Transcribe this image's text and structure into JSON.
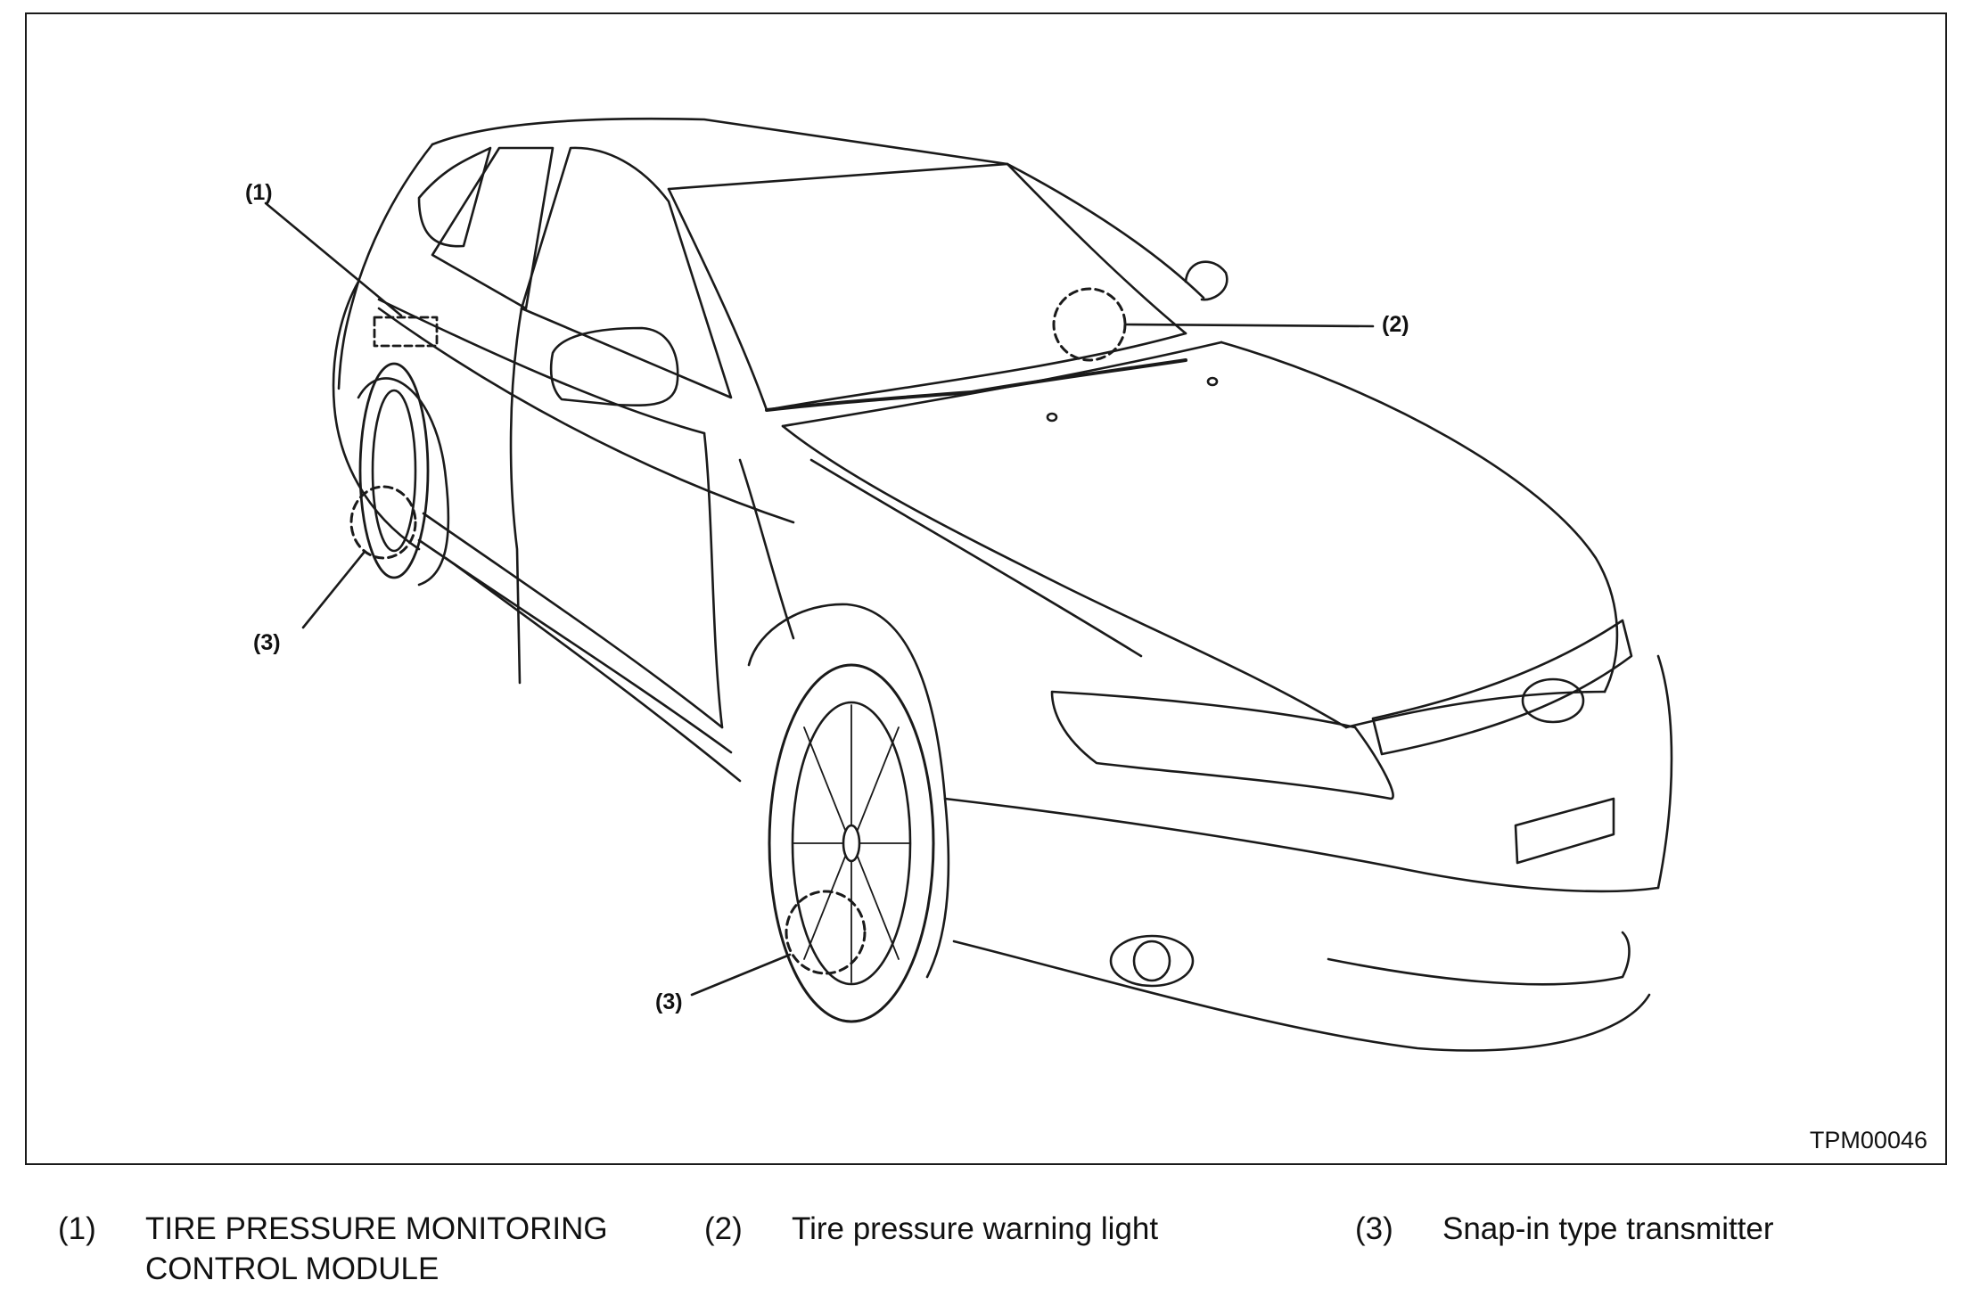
{
  "figure": {
    "code": "TPM00046",
    "callouts": {
      "module": "(1)",
      "warning_light": "(2)",
      "rear_transmitter": "(3)",
      "front_transmitter": "(3)"
    }
  },
  "legend": [
    {
      "number": "(1)",
      "line1": "TIRE PRESSURE MONITORING",
      "line2": "CONTROL MODULE"
    },
    {
      "number": "(2)",
      "line1": "Tire pressure warning light"
    },
    {
      "number": "(3)",
      "line1": "Snap-in type transmitter"
    }
  ]
}
